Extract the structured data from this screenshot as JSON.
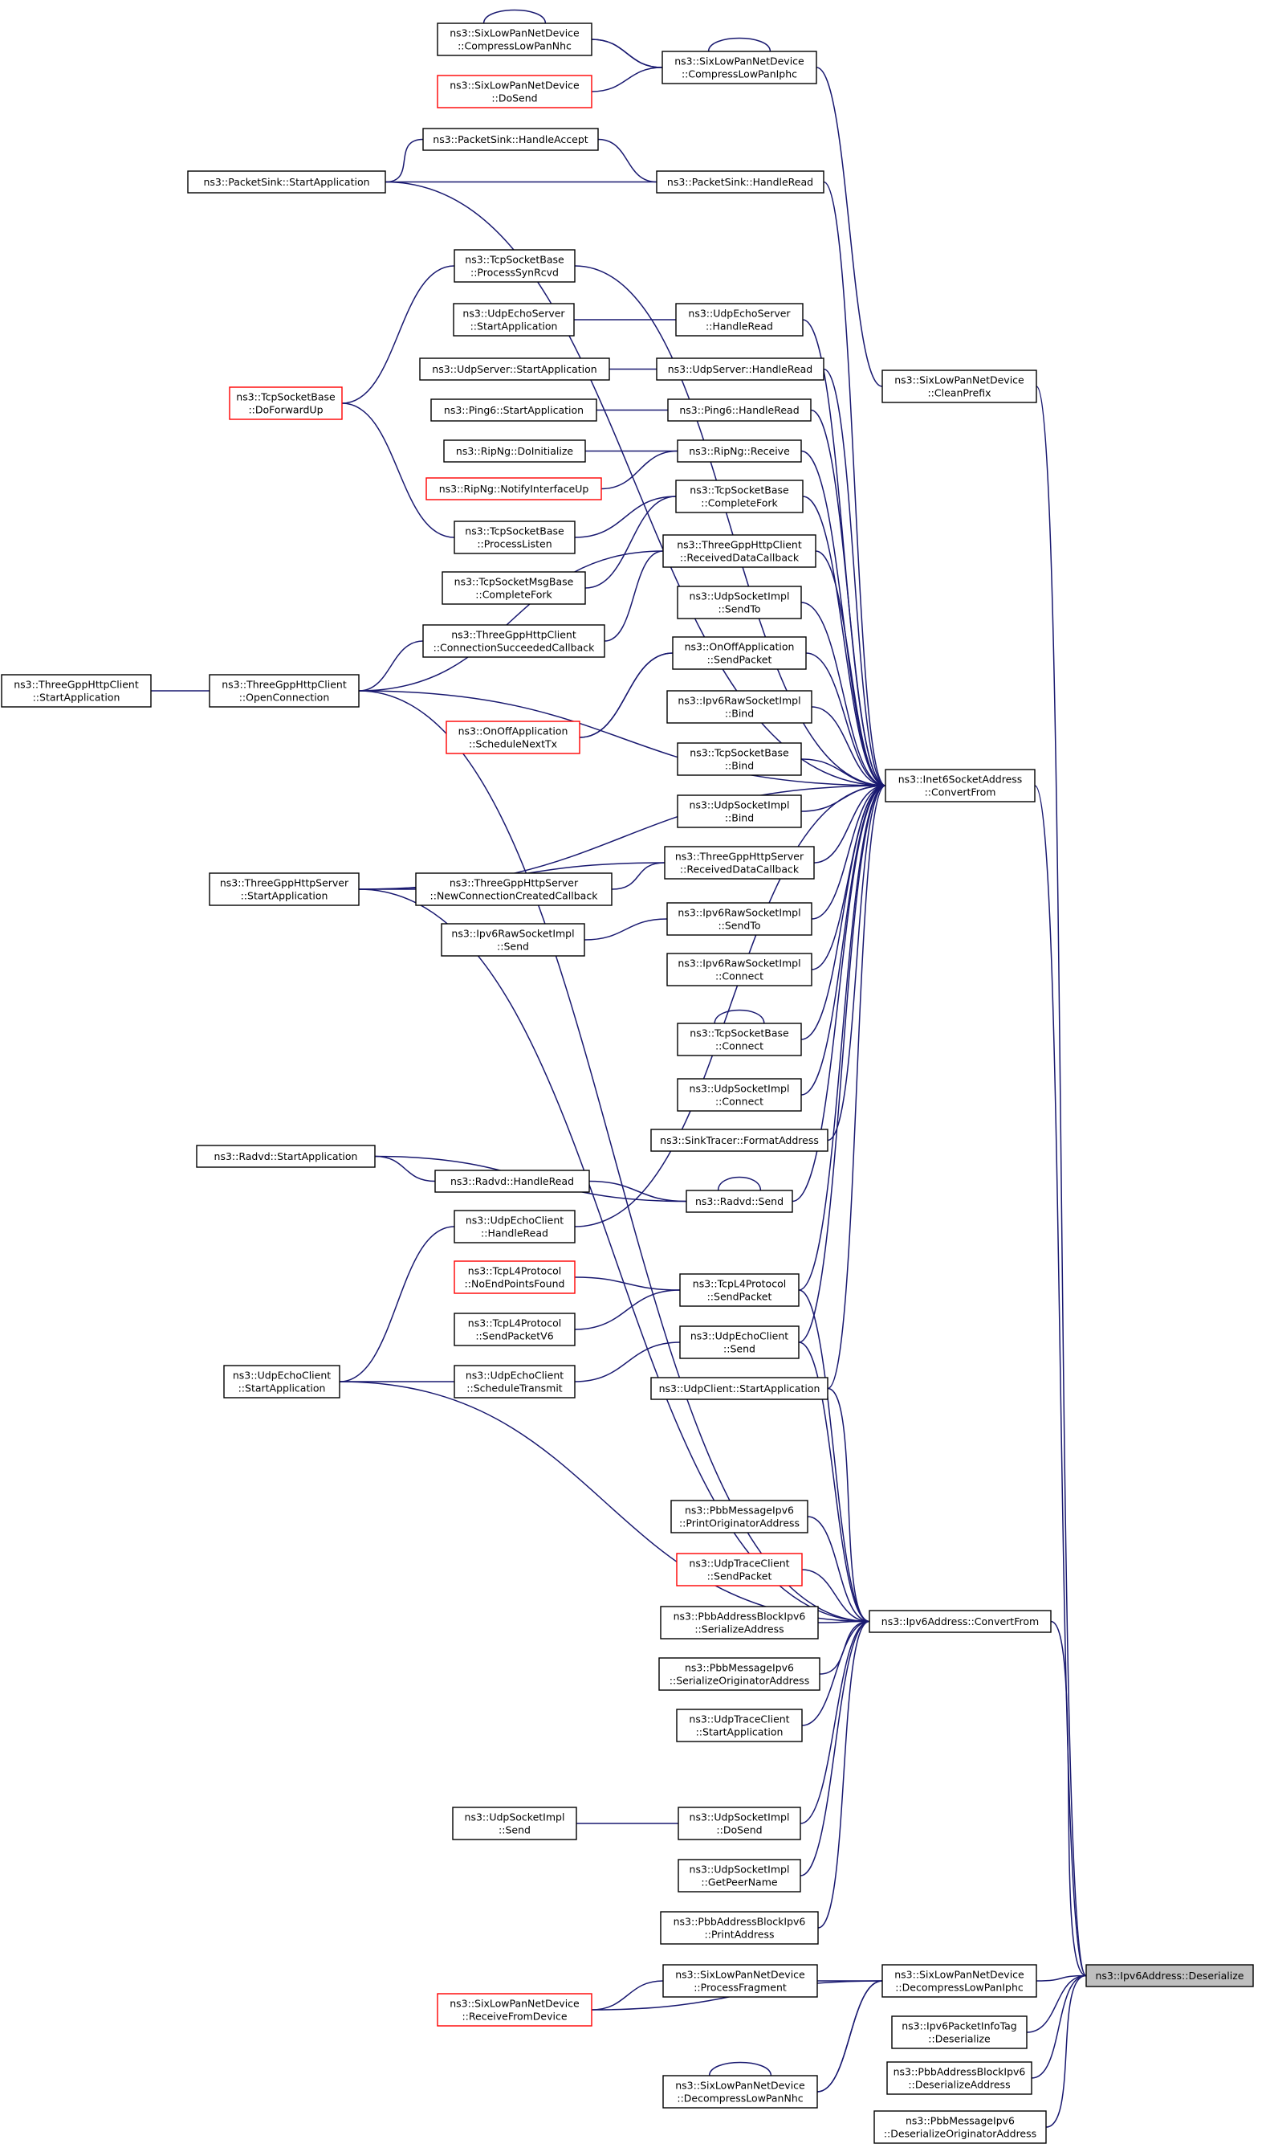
{
  "diagram": {
    "edge_color": "#191970",
    "highlight_color": "#bfbfbf",
    "warning_border_color": "#ff0000",
    "root": "deser",
    "nodes": [
      {
        "id": "deser",
        "lines": [
          "ns3::Ipv6Address::Deserialize"
        ],
        "root": true
      },
      {
        "id": "i6cf",
        "lines": [
          "ns3::Inet6SocketAddress",
          "::ConvertFrom"
        ]
      },
      {
        "id": "ip6cf",
        "lines": [
          "ns3::Ipv6Address::ConvertFrom"
        ]
      },
      {
        "id": "dcIphc",
        "lines": [
          "ns3::SixLowPanNetDevice",
          "::DecompressLowPanIphc"
        ]
      },
      {
        "id": "tagDeser",
        "lines": [
          "ns3::Ipv6PacketInfoTag",
          "::Deserialize"
        ]
      },
      {
        "id": "pbbDeserAddr",
        "lines": [
          "ns3::PbbAddressBlockIpv6",
          "::DeserializeAddress"
        ]
      },
      {
        "id": "pbbDeserOrig",
        "lines": [
          "ns3::PbbMessageIpv6",
          "::DeserializeOriginatorAddress"
        ]
      },
      {
        "id": "cleanPrefix",
        "lines": [
          "ns3::SixLowPanNetDevice",
          "::CleanPrefix"
        ]
      },
      {
        "id": "cIphc",
        "lines": [
          "ns3::SixLowPanNetDevice",
          "::CompressLowPanIphc"
        ]
      },
      {
        "id": "cNhc",
        "lines": [
          "ns3::SixLowPanNetDevice",
          "::CompressLowPanNhc"
        ]
      },
      {
        "id": "doSend",
        "lines": [
          "ns3::SixLowPanNetDevice",
          "::DoSend"
        ],
        "red": true
      },
      {
        "id": "psHandleRead",
        "lines": [
          "ns3::PacketSink::HandleRead"
        ]
      },
      {
        "id": "psHandleAccept",
        "lines": [
          "ns3::PacketSink::HandleAccept"
        ]
      },
      {
        "id": "psStart",
        "lines": [
          "ns3::PacketSink::StartApplication"
        ]
      },
      {
        "id": "tcpSynRcvd",
        "lines": [
          "ns3::TcpSocketBase",
          "::ProcessSynRcvd"
        ]
      },
      {
        "id": "uesHandleRead",
        "lines": [
          "ns3::UdpEchoServer",
          "::HandleRead"
        ]
      },
      {
        "id": "uesStart",
        "lines": [
          "ns3::UdpEchoServer",
          "::StartApplication"
        ]
      },
      {
        "id": "usHandleRead",
        "lines": [
          "ns3::UdpServer::HandleRead"
        ]
      },
      {
        "id": "usStart",
        "lines": [
          "ns3::UdpServer::StartApplication"
        ]
      },
      {
        "id": "tcpFwdUp",
        "lines": [
          "ns3::TcpSocketBase",
          "::DoForwardUp"
        ],
        "red": true
      },
      {
        "id": "p6HandleRead",
        "lines": [
          "ns3::Ping6::HandleRead"
        ]
      },
      {
        "id": "p6Start",
        "lines": [
          "ns3::Ping6::StartApplication"
        ]
      },
      {
        "id": "ripRecv",
        "lines": [
          "ns3::RipNg::Receive"
        ]
      },
      {
        "id": "ripInit",
        "lines": [
          "ns3::RipNg::DoInitialize"
        ]
      },
      {
        "id": "ripNotify",
        "lines": [
          "ns3::RipNg::NotifyInterfaceUp"
        ],
        "red": true
      },
      {
        "id": "tcpCompFork",
        "lines": [
          "ns3::TcpSocketBase",
          "::CompleteFork"
        ]
      },
      {
        "id": "tcpListen",
        "lines": [
          "ns3::TcpSocketBase",
          "::ProcessListen"
        ]
      },
      {
        "id": "tgRecvCb",
        "lines": [
          "ns3::ThreeGppHttpClient",
          "::ReceivedDataCallback"
        ]
      },
      {
        "id": "tcpMsgCompFork",
        "lines": [
          "ns3::TcpSocketMsgBase",
          "::CompleteFork"
        ]
      },
      {
        "id": "udpImplSendTo",
        "lines": [
          "ns3::UdpSocketImpl",
          "::SendTo"
        ]
      },
      {
        "id": "tgConnCb",
        "lines": [
          "ns3::ThreeGppHttpClient",
          "::ConnectionSucceededCallback"
        ]
      },
      {
        "id": "onoffSend",
        "lines": [
          "ns3::OnOffApplication",
          "::SendPacket"
        ]
      },
      {
        "id": "tgClientStart",
        "lines": [
          "ns3::ThreeGppHttpClient",
          "::StartApplication"
        ]
      },
      {
        "id": "tgOpenConn",
        "lines": [
          "ns3::ThreeGppHttpClient",
          "::OpenConnection"
        ]
      },
      {
        "id": "ipv6RawBind",
        "lines": [
          "ns3::Ipv6RawSocketImpl",
          "::Bind"
        ]
      },
      {
        "id": "onoffSched",
        "lines": [
          "ns3::OnOffApplication",
          "::ScheduleNextTx"
        ],
        "red": true
      },
      {
        "id": "tcpBind",
        "lines": [
          "ns3::TcpSocketBase",
          "::Bind"
        ]
      },
      {
        "id": "udpImplBind",
        "lines": [
          "ns3::UdpSocketImpl",
          "::Bind"
        ]
      },
      {
        "id": "tgServerStart",
        "lines": [
          "ns3::ThreeGppHttpServer",
          "::StartApplication"
        ]
      },
      {
        "id": "tgServerNewConn",
        "lines": [
          "ns3::ThreeGppHttpServer",
          "::NewConnectionCreatedCallback"
        ]
      },
      {
        "id": "tgServerRecv",
        "lines": [
          "ns3::ThreeGppHttpServer",
          "::ReceivedDataCallback"
        ]
      },
      {
        "id": "ipv6RawSend",
        "lines": [
          "ns3::Ipv6RawSocketImpl",
          "::Send"
        ]
      },
      {
        "id": "ipv6RawSendTo",
        "lines": [
          "ns3::Ipv6RawSocketImpl",
          "::SendTo"
        ]
      },
      {
        "id": "ipv6RawConnect",
        "lines": [
          "ns3::Ipv6RawSocketImpl",
          "::Connect"
        ]
      },
      {
        "id": "tcpConnect",
        "lines": [
          "ns3::TcpSocketBase",
          "::Connect"
        ]
      },
      {
        "id": "udpImplConnect",
        "lines": [
          "ns3::UdpSocketImpl",
          "::Connect"
        ]
      },
      {
        "id": "sinkTracer",
        "lines": [
          "ns3::SinkTracer::FormatAddress"
        ]
      },
      {
        "id": "radvdStart",
        "lines": [
          "ns3::Radvd::StartApplication"
        ]
      },
      {
        "id": "radvdHandleRead",
        "lines": [
          "ns3::Radvd::HandleRead"
        ]
      },
      {
        "id": "radvdSend",
        "lines": [
          "ns3::Radvd::Send"
        ]
      },
      {
        "id": "uecHandleRead",
        "lines": [
          "ns3::UdpEchoClient",
          "::HandleRead"
        ]
      },
      {
        "id": "tcpL4NoEnd",
        "lines": [
          "ns3::TcpL4Protocol",
          "::NoEndPointsFound"
        ],
        "red": true
      },
      {
        "id": "tcpL4SendPacket",
        "lines": [
          "ns3::TcpL4Protocol",
          "::SendPacket"
        ]
      },
      {
        "id": "tcpL4SendV6",
        "lines": [
          "ns3::TcpL4Protocol",
          "::SendPacketV6"
        ]
      },
      {
        "id": "uecStart",
        "lines": [
          "ns3::UdpEchoClient",
          "::StartApplication"
        ]
      },
      {
        "id": "uecSched",
        "lines": [
          "ns3::UdpEchoClient",
          "::ScheduleTransmit"
        ]
      },
      {
        "id": "uecSend",
        "lines": [
          "ns3::UdpEchoClient",
          "::Send"
        ]
      },
      {
        "id": "udpClientStart",
        "lines": [
          "ns3::UdpClient::StartApplication"
        ]
      },
      {
        "id": "pbbMsgPrint",
        "lines": [
          "ns3::PbbMessageIpv6",
          "::PrintOriginatorAddress"
        ]
      },
      {
        "id": "utcSend",
        "lines": [
          "ns3::UdpTraceClient",
          "::SendPacket"
        ],
        "red": true
      },
      {
        "id": "pbbAbSer",
        "lines": [
          "ns3::PbbAddressBlockIpv6",
          "::SerializeAddress"
        ]
      },
      {
        "id": "pbbMsgSer",
        "lines": [
          "ns3::PbbMessageIpv6",
          "::SerializeOriginatorAddress"
        ]
      },
      {
        "id": "utcStart",
        "lines": [
          "ns3::UdpTraceClient",
          "::StartApplication"
        ]
      },
      {
        "id": "udpImplSend",
        "lines": [
          "ns3::UdpSocketImpl",
          "::Send"
        ]
      },
      {
        "id": "udpImplDoSend",
        "lines": [
          "ns3::UdpSocketImpl",
          "::DoSend"
        ]
      },
      {
        "id": "udpImplPeer",
        "lines": [
          "ns3::UdpSocketImpl",
          "::GetPeerName"
        ]
      },
      {
        "id": "pbbAbPrint",
        "lines": [
          "ns3::PbbAddressBlockIpv6",
          "::PrintAddress"
        ]
      },
      {
        "id": "procFrag",
        "lines": [
          "ns3::SixLowPanNetDevice",
          "::ProcessFragment"
        ]
      },
      {
        "id": "recvFromDev",
        "lines": [
          "ns3::SixLowPanNetDevice",
          "::ReceiveFromDevice"
        ],
        "red": true
      },
      {
        "id": "dcNhc",
        "lines": [
          "ns3::SixLowPanNetDevice",
          "::DecompressLowPanNhc"
        ]
      }
    ],
    "edges": [
      [
        "deser",
        "i6cf"
      ],
      [
        "deser",
        "ip6cf"
      ],
      [
        "deser",
        "dcIphc"
      ],
      [
        "deser",
        "tagDeser"
      ],
      [
        "deser",
        "pbbDeserAddr"
      ],
      [
        "deser",
        "pbbDeserOrig"
      ],
      [
        "deser",
        "cleanPrefix"
      ],
      [
        "cleanPrefix",
        "cIphc"
      ],
      [
        "cIphc",
        "cIphc"
      ],
      [
        "cIphc",
        "cNhc"
      ],
      [
        "cNhc",
        "cNhc"
      ],
      [
        "cNhc",
        "cIphc"
      ],
      [
        "cIphc",
        "doSend"
      ],
      [
        "i6cf",
        "psHandleRead"
      ],
      [
        "i6cf",
        "psStart"
      ],
      [
        "i6cf",
        "tcpSynRcvd"
      ],
      [
        "i6cf",
        "uesHandleRead"
      ],
      [
        "i6cf",
        "usHandleRead"
      ],
      [
        "i6cf",
        "p6HandleRead"
      ],
      [
        "i6cf",
        "ripRecv"
      ],
      [
        "i6cf",
        "tcpCompFork"
      ],
      [
        "i6cf",
        "tgRecvCb"
      ],
      [
        "i6cf",
        "udpImplSendTo"
      ],
      [
        "i6cf",
        "onoffSend"
      ],
      [
        "i6cf",
        "tgOpenConn"
      ],
      [
        "i6cf",
        "ipv6RawBind"
      ],
      [
        "i6cf",
        "tcpBind"
      ],
      [
        "i6cf",
        "udpImplBind"
      ],
      [
        "i6cf",
        "tgServerRecv"
      ],
      [
        "i6cf",
        "tgServerStart"
      ],
      [
        "i6cf",
        "ipv6RawSendTo"
      ],
      [
        "i6cf",
        "ipv6RawConnect"
      ],
      [
        "i6cf",
        "tcpConnect"
      ],
      [
        "i6cf",
        "udpImplConnect"
      ],
      [
        "i6cf",
        "sinkTracer"
      ],
      [
        "i6cf",
        "radvdSend"
      ],
      [
        "i6cf",
        "uecHandleRead"
      ],
      [
        "i6cf",
        "tcpL4SendPacket"
      ],
      [
        "i6cf",
        "uecSend"
      ],
      [
        "i6cf",
        "udpClientStart"
      ],
      [
        "psHandleRead",
        "psHandleAccept"
      ],
      [
        "psHandleRead",
        "psStart"
      ],
      [
        "psHandleAccept",
        "psStart"
      ],
      [
        "tcpSynRcvd",
        "tcpFwdUp"
      ],
      [
        "uesHandleRead",
        "uesStart"
      ],
      [
        "usHandleRead",
        "usStart"
      ],
      [
        "p6HandleRead",
        "p6Start"
      ],
      [
        "ripRecv",
        "ripInit"
      ],
      [
        "ripRecv",
        "ripNotify"
      ],
      [
        "tcpCompFork",
        "tcpListen"
      ],
      [
        "tcpCompFork",
        "tcpMsgCompFork"
      ],
      [
        "tcpListen",
        "tcpFwdUp"
      ],
      [
        "tgRecvCb",
        "tgConnCb"
      ],
      [
        "tgRecvCb",
        "tgOpenConn"
      ],
      [
        "tgConnCb",
        "tgOpenConn"
      ],
      [
        "tgOpenConn",
        "tgClientStart"
      ],
      [
        "onoffSend",
        "onoffSched"
      ],
      [
        "onoffSched",
        "onoffSend"
      ],
      [
        "tgServerRecv",
        "tgServerNewConn"
      ],
      [
        "tgServerRecv",
        "tgServerStart"
      ],
      [
        "tgServerNewConn",
        "tgServerStart"
      ],
      [
        "ipv6RawSendTo",
        "ipv6RawSend"
      ],
      [
        "tcpConnect",
        "tcpConnect"
      ],
      [
        "radvdSend",
        "radvdSend"
      ],
      [
        "radvdSend",
        "radvdHandleRead"
      ],
      [
        "radvdSend",
        "radvdStart"
      ],
      [
        "radvdHandleRead",
        "radvdStart"
      ],
      [
        "uecHandleRead",
        "uecStart"
      ],
      [
        "tcpL4SendPacket",
        "tcpL4NoEnd"
      ],
      [
        "tcpL4SendPacket",
        "tcpL4SendV6"
      ],
      [
        "uecSend",
        "uecSched"
      ],
      [
        "uecSched",
        "uecStart"
      ],
      [
        "ip6cf",
        "tcpL4SendPacket"
      ],
      [
        "ip6cf",
        "uecSend"
      ],
      [
        "ip6cf",
        "udpClientStart"
      ],
      [
        "ip6cf",
        "tgOpenConn"
      ],
      [
        "ip6cf",
        "tgServerStart"
      ],
      [
        "ip6cf",
        "pbbMsgPrint"
      ],
      [
        "ip6cf",
        "utcSend"
      ],
      [
        "ip6cf",
        "pbbAbSer"
      ],
      [
        "ip6cf",
        "pbbMsgSer"
      ],
      [
        "ip6cf",
        "utcStart"
      ],
      [
        "ip6cf",
        "uecStart"
      ],
      [
        "ip6cf",
        "udpImplDoSend"
      ],
      [
        "ip6cf",
        "udpImplPeer"
      ],
      [
        "ip6cf",
        "pbbAbPrint"
      ],
      [
        "udpImplDoSend",
        "udpImplSend"
      ],
      [
        "dcIphc",
        "procFrag"
      ],
      [
        "dcIphc",
        "recvFromDev"
      ],
      [
        "dcIphc",
        "dcNhc"
      ],
      [
        "dcNhc",
        "dcNhc"
      ],
      [
        "dcNhc",
        "dcIphc"
      ],
      [
        "procFrag",
        "recvFromDev"
      ]
    ]
  }
}
